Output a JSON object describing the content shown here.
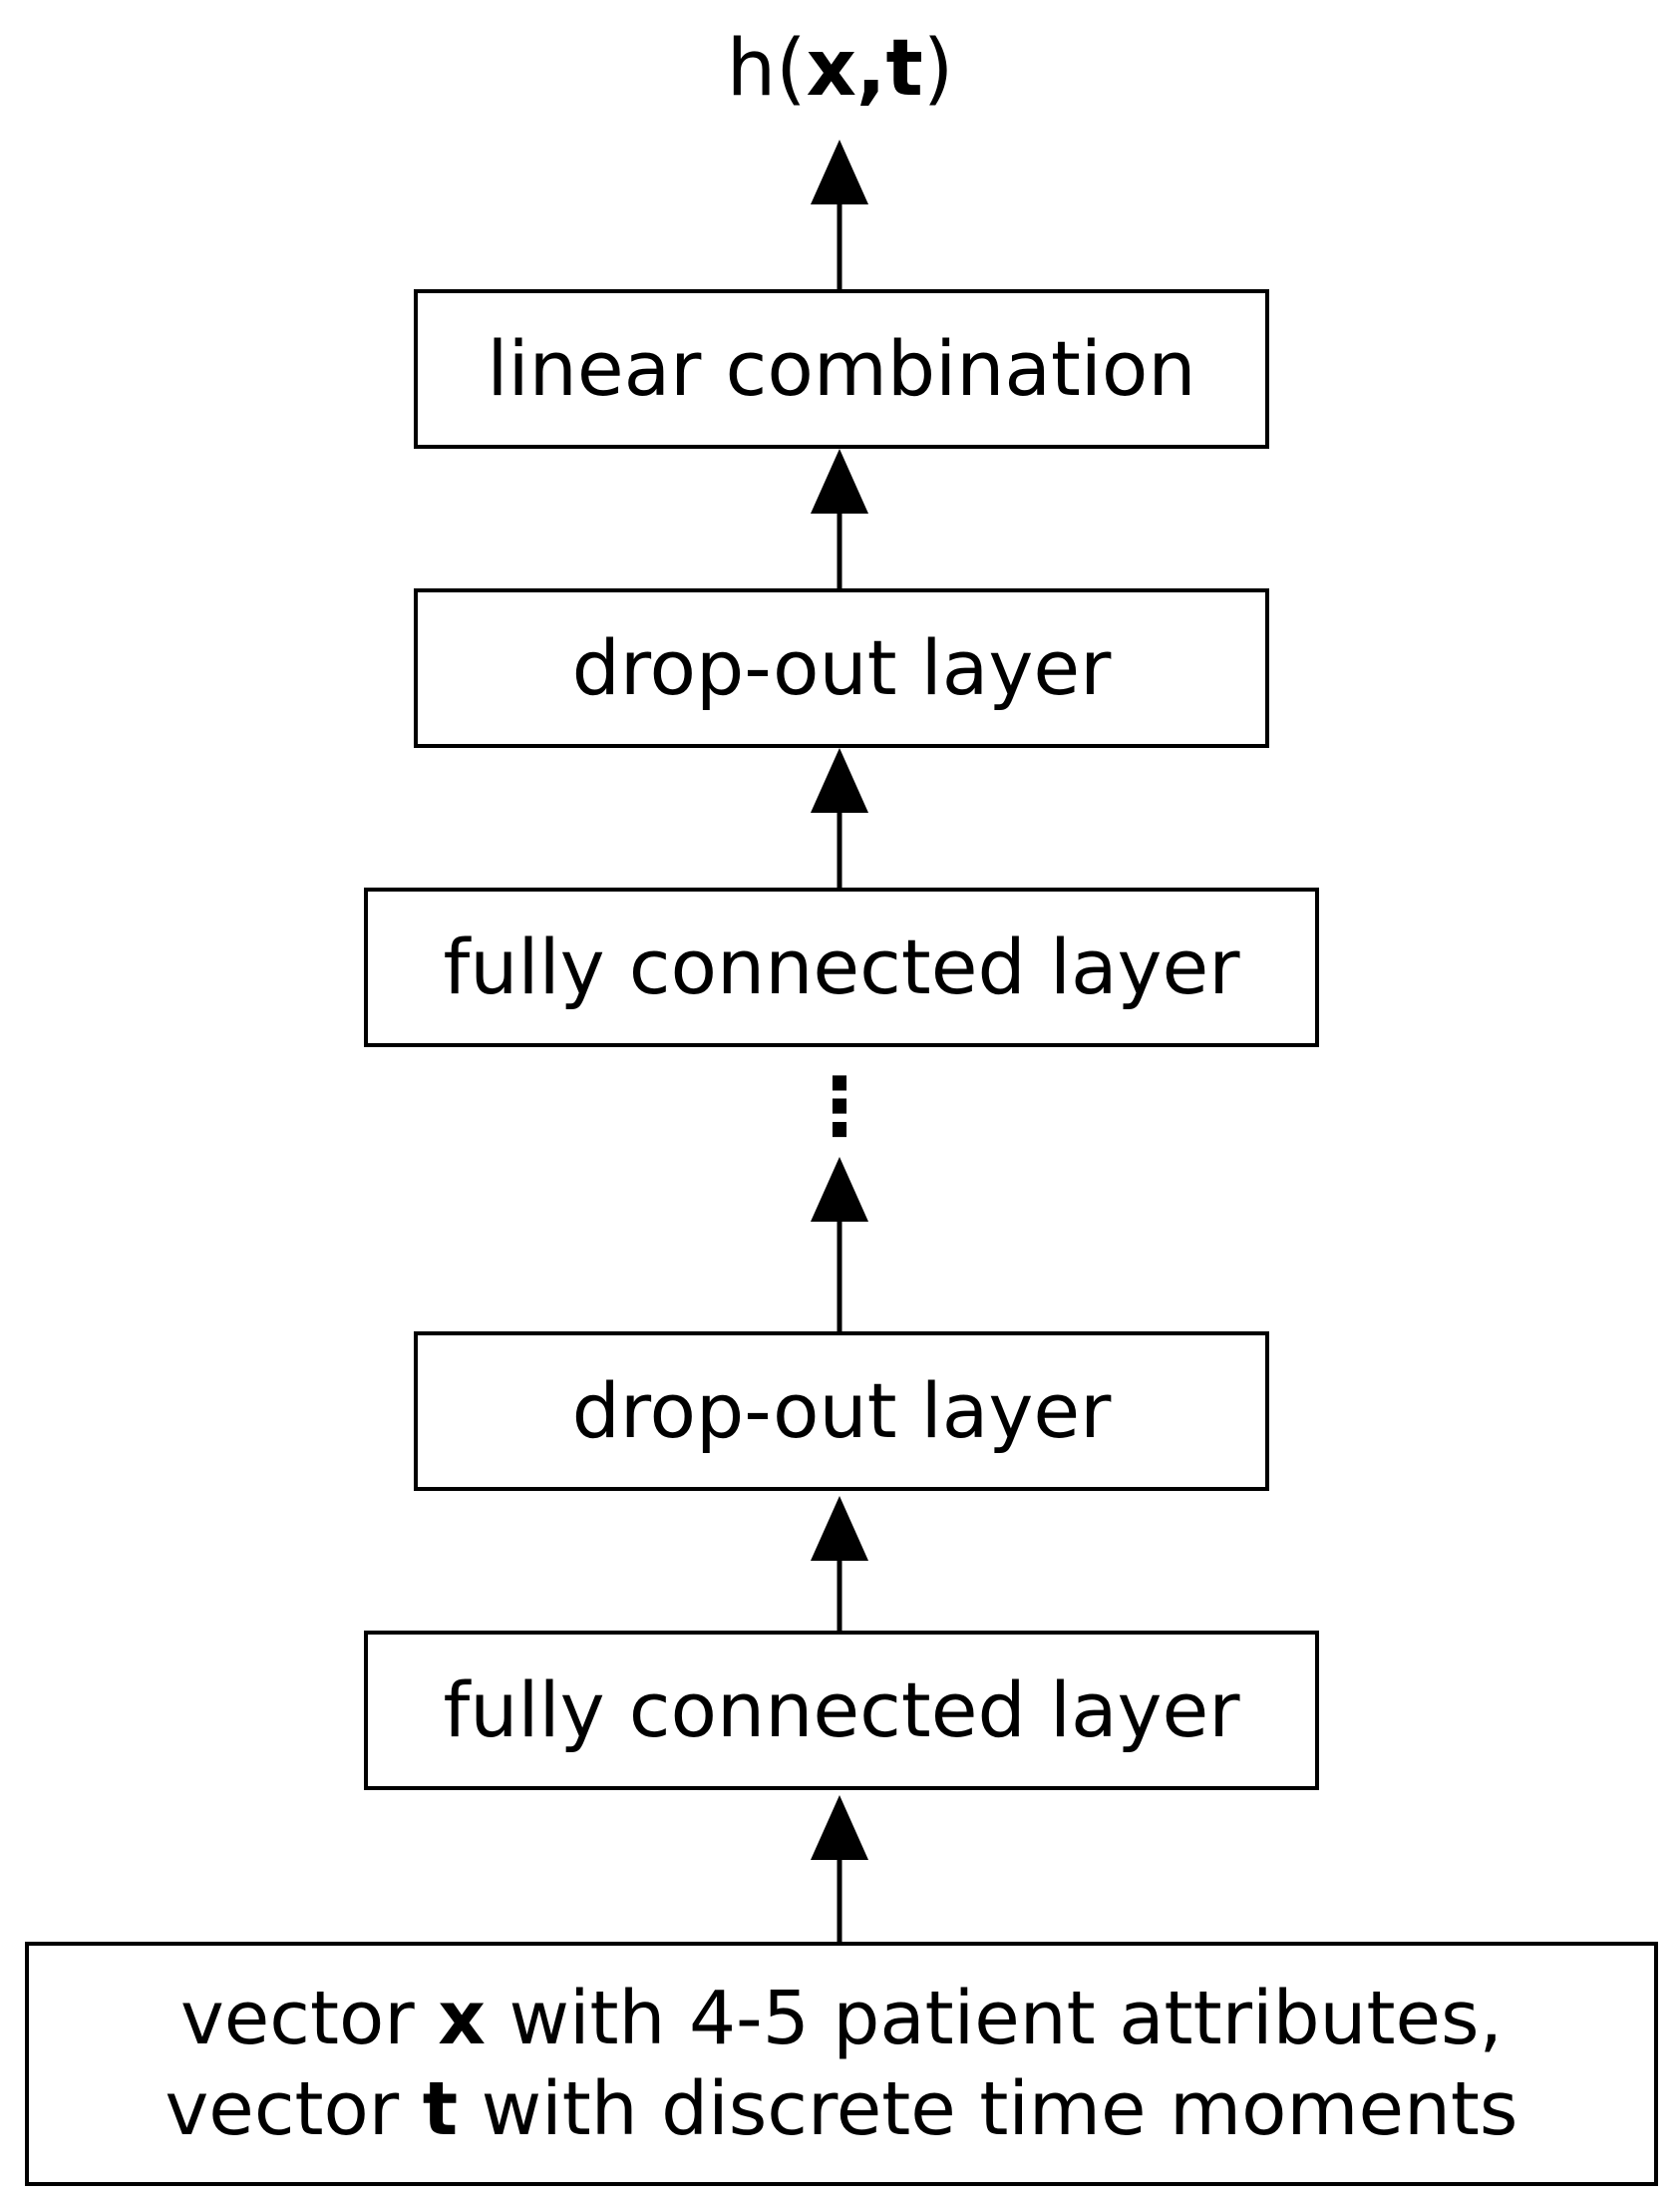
{
  "output": {
    "prefix": "h(",
    "x": "x",
    "comma": ",",
    "t": "t",
    "suffix": ")"
  },
  "boxes": {
    "linear_combination": "linear combination",
    "dropout_top": "drop-out layer",
    "fully_connected_top": "fully connected layer",
    "ellipsis": "⋮",
    "dropout_bottom": "drop-out layer",
    "fully_connected_bottom": "fully connected layer"
  },
  "input": {
    "line1_pre": "vector ",
    "line1_bold": "x",
    "line1_post": " with 4-5 patient attributes,",
    "line2_pre": "vector ",
    "line2_bold": "t",
    "line2_post": " with discrete time moments"
  }
}
